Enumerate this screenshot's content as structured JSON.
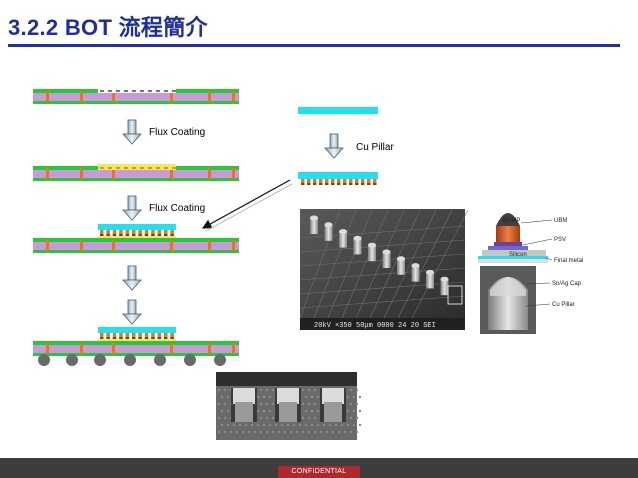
{
  "title": "3.2.2 BOT 流程簡介",
  "labels": {
    "flux_coating_1": "Flux Coating",
    "flux_coating_2": "Flux Coating",
    "cu_pillar": "Cu Pillar"
  },
  "schematic_labels": {
    "bump": "BUMP",
    "ubm": "UBM",
    "psv": "PSV",
    "silicon": "Silicon",
    "final_metal": "Final metal",
    "sn_ag_cap": "Sn/Ag Cap",
    "cu_pillar": "Cu Pillar"
  },
  "sem_caption": "20kV  ×350  50μm  0000 24 20 SEI",
  "footer": {
    "confidential": "CONFIDENTIAL"
  },
  "colors": {
    "title_blue": "#1f2f9e",
    "substrate_green": "#27c93a",
    "substrate_purple": "#c89ad8",
    "via_orange": "#e8761c",
    "flux_yellow": "#f2e85a",
    "die_cyan": "#22e0f0",
    "solder_ball": "#6a6a6a",
    "footer_dark": "#3d3d3f",
    "confidential_red": "#b0282b"
  }
}
